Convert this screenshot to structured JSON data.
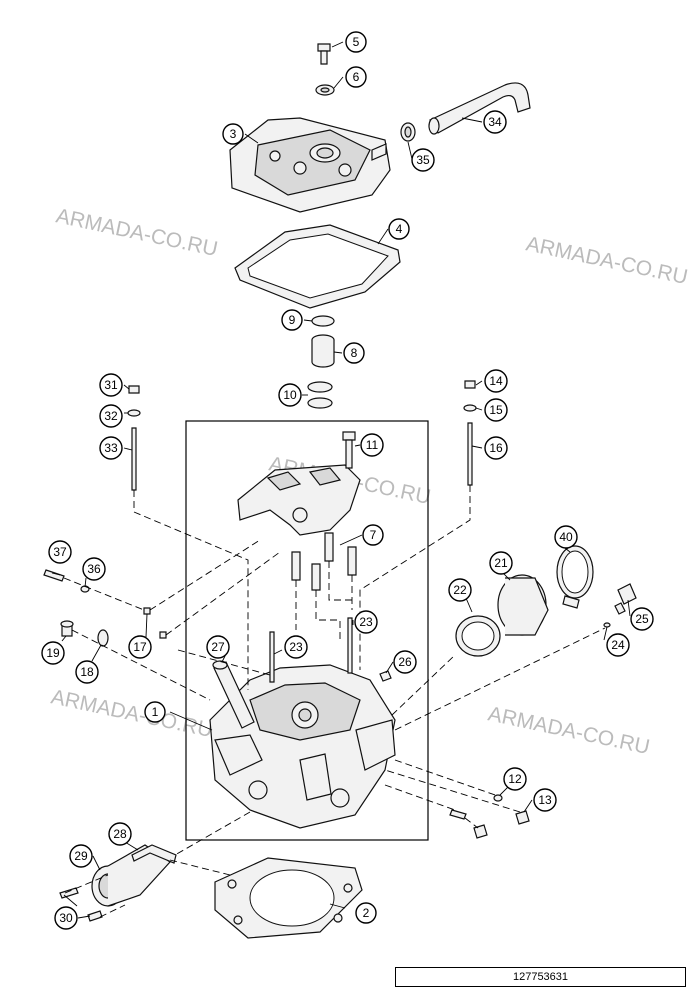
{
  "watermark": "ARMADA-CO.RU",
  "reference_number": "127753631",
  "callouts": [
    "1",
    "2",
    "3",
    "4",
    "5",
    "6",
    "7",
    "8",
    "9",
    "10",
    "11",
    "12",
    "13",
    "14",
    "15",
    "16",
    "17",
    "18",
    "19",
    "21",
    "22",
    "23",
    "23",
    "24",
    "25",
    "26",
    "27",
    "28",
    "29",
    "30",
    "31",
    "32",
    "33",
    "34",
    "35",
    "36",
    "37",
    "40"
  ]
}
